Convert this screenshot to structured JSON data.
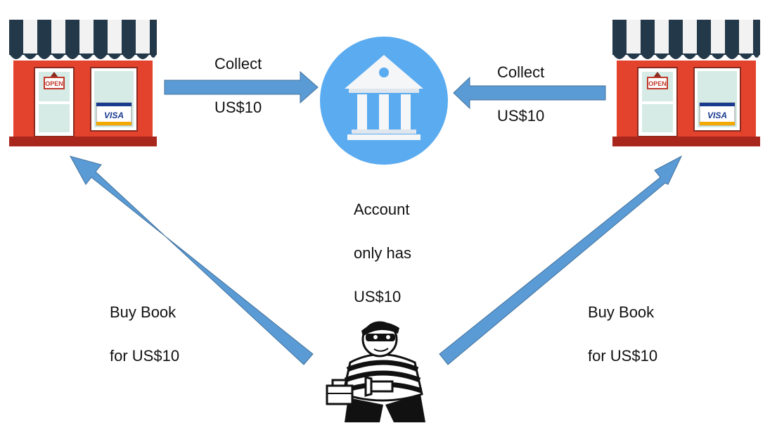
{
  "labels": {
    "collect_left": [
      "Collect",
      "US$10"
    ],
    "collect_right": [
      "Collect",
      "US$10"
    ],
    "account": [
      "Account",
      "only has",
      "US$10"
    ],
    "buy_left": [
      "Buy Book",
      "for US$10"
    ],
    "buy_right": [
      "Buy Book",
      "for US$10"
    ]
  },
  "store": {
    "open_sign": "OPEN",
    "card_logo": "VISA"
  },
  "colors": {
    "arrow": "#5b9bd5",
    "arrow_border": "#41719c",
    "bank_circle": "#5aabf0",
    "store_wall": "#e3432d",
    "store_base": "#a8261b",
    "awning_dark": "#233849",
    "awning_light": "#f2f2f2",
    "window": "#d6ebe6"
  }
}
